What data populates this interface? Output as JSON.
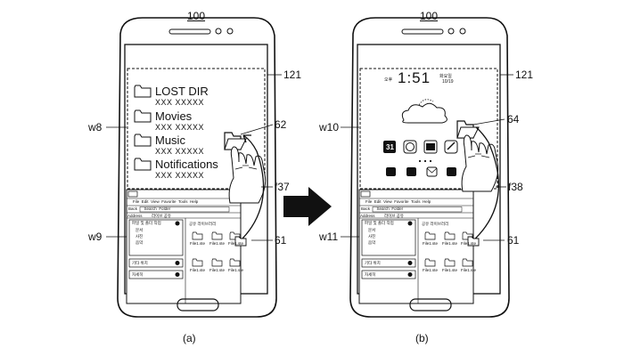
{
  "figure": {
    "ref_left": "100",
    "ref_right": "100",
    "caption_a": "(a)",
    "caption_b": "(b)"
  },
  "labels": {
    "l121_a": "121",
    "l121_b": "121",
    "w8": "w8",
    "w9": "w9",
    "w10": "w10",
    "w11": "w11",
    "l62": "62",
    "l64": "64",
    "f37": "f37",
    "f38": "f38",
    "l61_a": "61",
    "l61_b": "61"
  },
  "left_screen": {
    "folders": [
      {
        "name": "LOST DIR",
        "sub": "XXX XXXXX"
      },
      {
        "name": "Movies",
        "sub": "XXX XXXXX"
      },
      {
        "name": "Music",
        "sub": "XXX XXXXX"
      },
      {
        "name": "Notifications",
        "sub": "XXX XXXXX"
      }
    ]
  },
  "right_screen": {
    "ampm": "오후",
    "time": "1:51",
    "weekday": "화요일",
    "date": "10/19",
    "calendar_day": "31"
  },
  "explorer": {
    "menu": [
      "File",
      "Edit",
      "View",
      "Favorite",
      "Tools",
      "Help"
    ],
    "toolbar": [
      "Back",
      "Search",
      "Folder"
    ],
    "address_label": "Address",
    "address_value": "라이브 공유",
    "side_panel_title": "파일 및 폴더 작업",
    "side_items": [
      "문서",
      "사진",
      "음악"
    ],
    "side_panel2": "기타 위치",
    "side_panel3": "자세히",
    "content_title": "공유 라이브러리",
    "files": [
      "File1.ste",
      "File1.ste",
      "File1.ste",
      "File1.ste",
      "File1.ste",
      "File1.ste"
    ]
  },
  "icons": [
    "folder-icon",
    "hand-icon",
    "arrow-icon",
    "weather-cloud-icon",
    "calendar-icon",
    "phone-icon",
    "contacts-icon",
    "messages-icon",
    "home-icon"
  ]
}
